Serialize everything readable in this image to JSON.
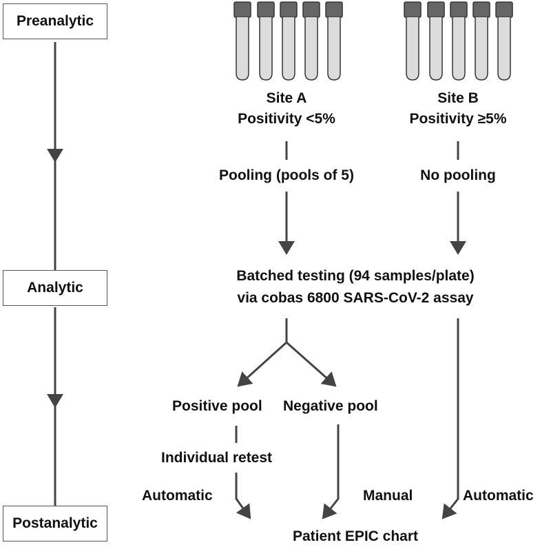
{
  "stages": {
    "preanalytic": "Preanalytic",
    "analytic": "Analytic",
    "postanalytic": "Postanalytic"
  },
  "site_a": {
    "name": "Site A",
    "positivity": "Positivity <5%",
    "process": "Pooling (pools of 5)"
  },
  "site_b": {
    "name": "Site B",
    "positivity": "Positivity ≥5%",
    "process": "No pooling"
  },
  "testing": {
    "line1": "Batched testing (94 samples/plate)",
    "line2": "via cobas 6800 SARS-CoV-2 assay"
  },
  "pools": {
    "positive": "Positive pool",
    "negative": "Negative pool",
    "retest": "Individual retest"
  },
  "reporting": {
    "automatic_a": "Automatic",
    "manual": "Manual",
    "automatic_b": "Automatic",
    "destination": "Patient EPIC chart"
  },
  "colors": {
    "line": "#444444",
    "tube_cap": "#555555",
    "tube_body": "#dcdcdc"
  }
}
